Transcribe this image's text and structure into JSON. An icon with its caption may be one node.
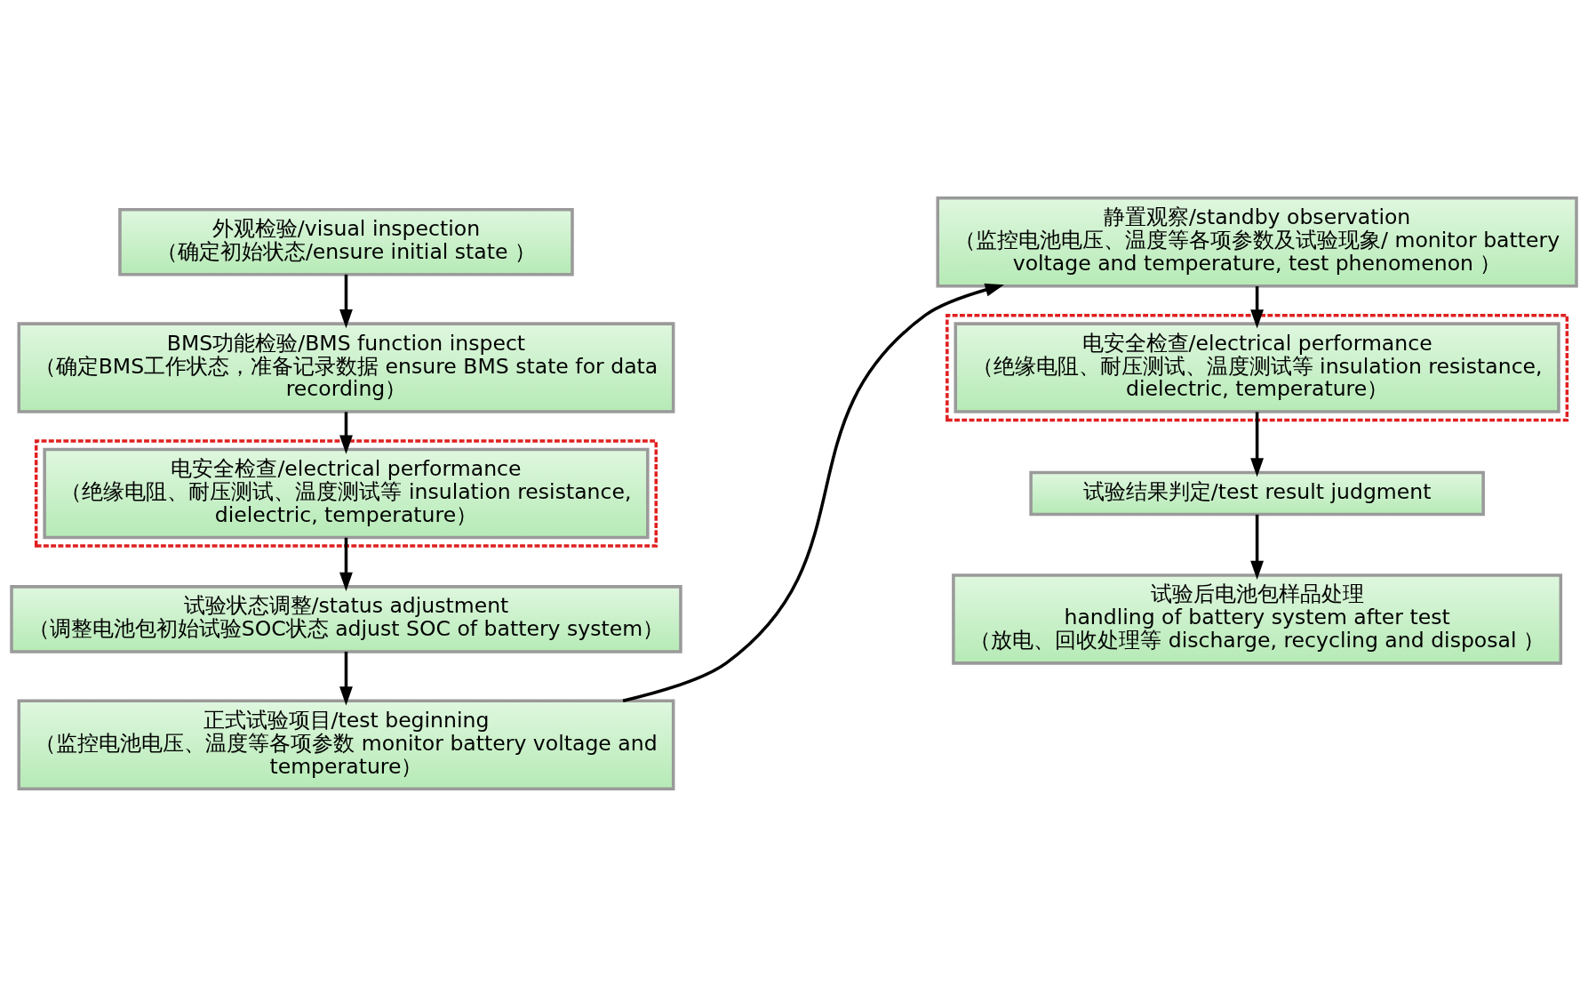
{
  "diagram": {
    "nodes": [
      {
        "text": [
          "外观检验/visual inspection",
          "（确定初始状态/ensure initial state ）"
        ]
      },
      {
        "text": [
          "BMS功能检验/BMS function inspect",
          "（确定BMS工作状态，准备记录数据 ensure BMS state for data recording）"
        ]
      },
      {
        "text": [],
        "shape": "box"
      },
      {
        "text": [
          "电安全检查/electrical performance",
          "（绝缘电阻、耐压测试、温度测试等 insulation resistance, dielectric, temperature）"
        ],
        "in": 2
      },
      {
        "text": [
          "试验状态调整/status adjustment",
          "（调整电池包初始试验SOC状态 adjust SOC of battery system）"
        ]
      },
      {
        "text": [
          "正式试验项目/test beginning",
          "（监控电池电压、温度等各项参数 monitor battery voltage and temperature）"
        ]
      },
      {
        "text": [
          "静置观察/standby observation",
          "（监控电池电压、温度等各项参数及试验现象/ monitor battery voltage and temperature, test phenomenon ）"
        ]
      },
      {
        "text": [],
        "shape": "box"
      },
      {
        "text": [
          "电安全检查/electrical performance",
          "（绝缘电阻、耐压测试、温度测试等 insulation resistance, dielectric, temperature）"
        ],
        "in": 7
      },
      {
        "text": [
          "试验结果判定/test result judgment"
        ]
      },
      {
        "text": [
          "试验后电池包样品处理",
          "handling of battery system after test",
          "（放电、回收处理等 discharge, recycling and disposal ）"
        ]
      }
    ],
    "edges": [
      {
        "from": 0,
        "to": 1,
        "arrow": "to"
      },
      {
        "from": 1,
        "to": 3,
        "arrow": "to"
      },
      {
        "from": 3,
        "to": 4,
        "arrow": "to"
      },
      {
        "from": 4,
        "to": 5,
        "arrow": "to"
      },
      {
        "from": 5,
        "to": 6,
        "arrow": "to"
      },
      {
        "from": 6,
        "to": 8,
        "arrow": "to"
      },
      {
        "from": 8,
        "to": 9,
        "arrow": "to"
      },
      {
        "from": 9,
        "to": 10,
        "arrow": "to"
      }
    ]
  }
}
